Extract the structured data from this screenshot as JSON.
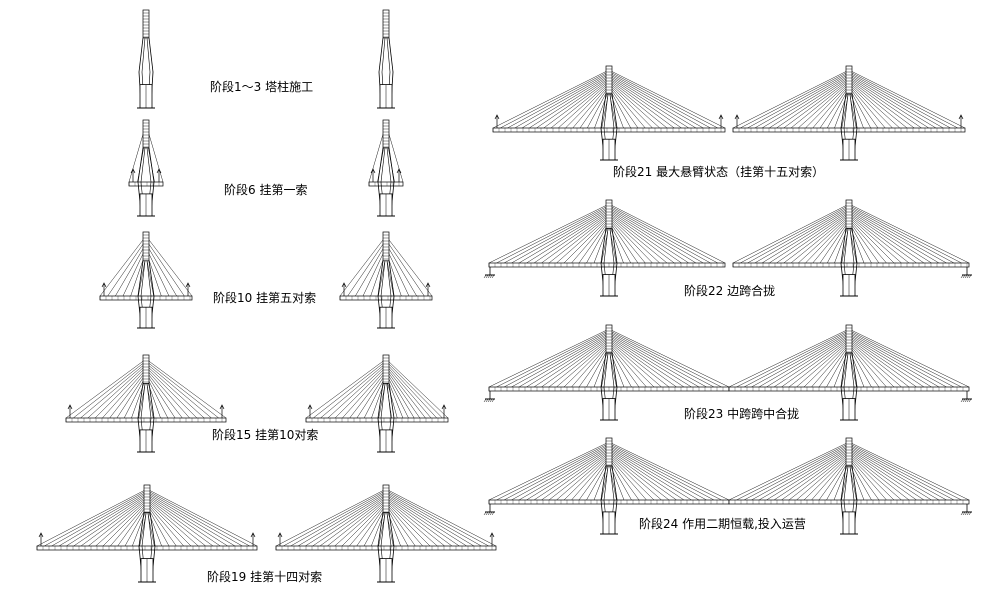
{
  "diagram": {
    "stages": [
      {
        "id": "s1",
        "label": "阶段1～3  塔柱施工"
      },
      {
        "id": "s6",
        "label": "阶段6  挂第一索"
      },
      {
        "id": "s10",
        "label": "阶段10 挂第五对索"
      },
      {
        "id": "s15",
        "label": "阶段15  挂第10对索"
      },
      {
        "id": "s19",
        "label": "阶段19 挂第十四对索"
      },
      {
        "id": "s21",
        "label": "阶段21 最大悬臂状态（挂第十五对索）"
      },
      {
        "id": "s22",
        "label": "阶段22 边跨合拢"
      },
      {
        "id": "s23",
        "label": "阶段23  中跨跨中合拢"
      },
      {
        "id": "s24",
        "label": "阶段24 作用二期恒载,投入运营"
      }
    ]
  }
}
